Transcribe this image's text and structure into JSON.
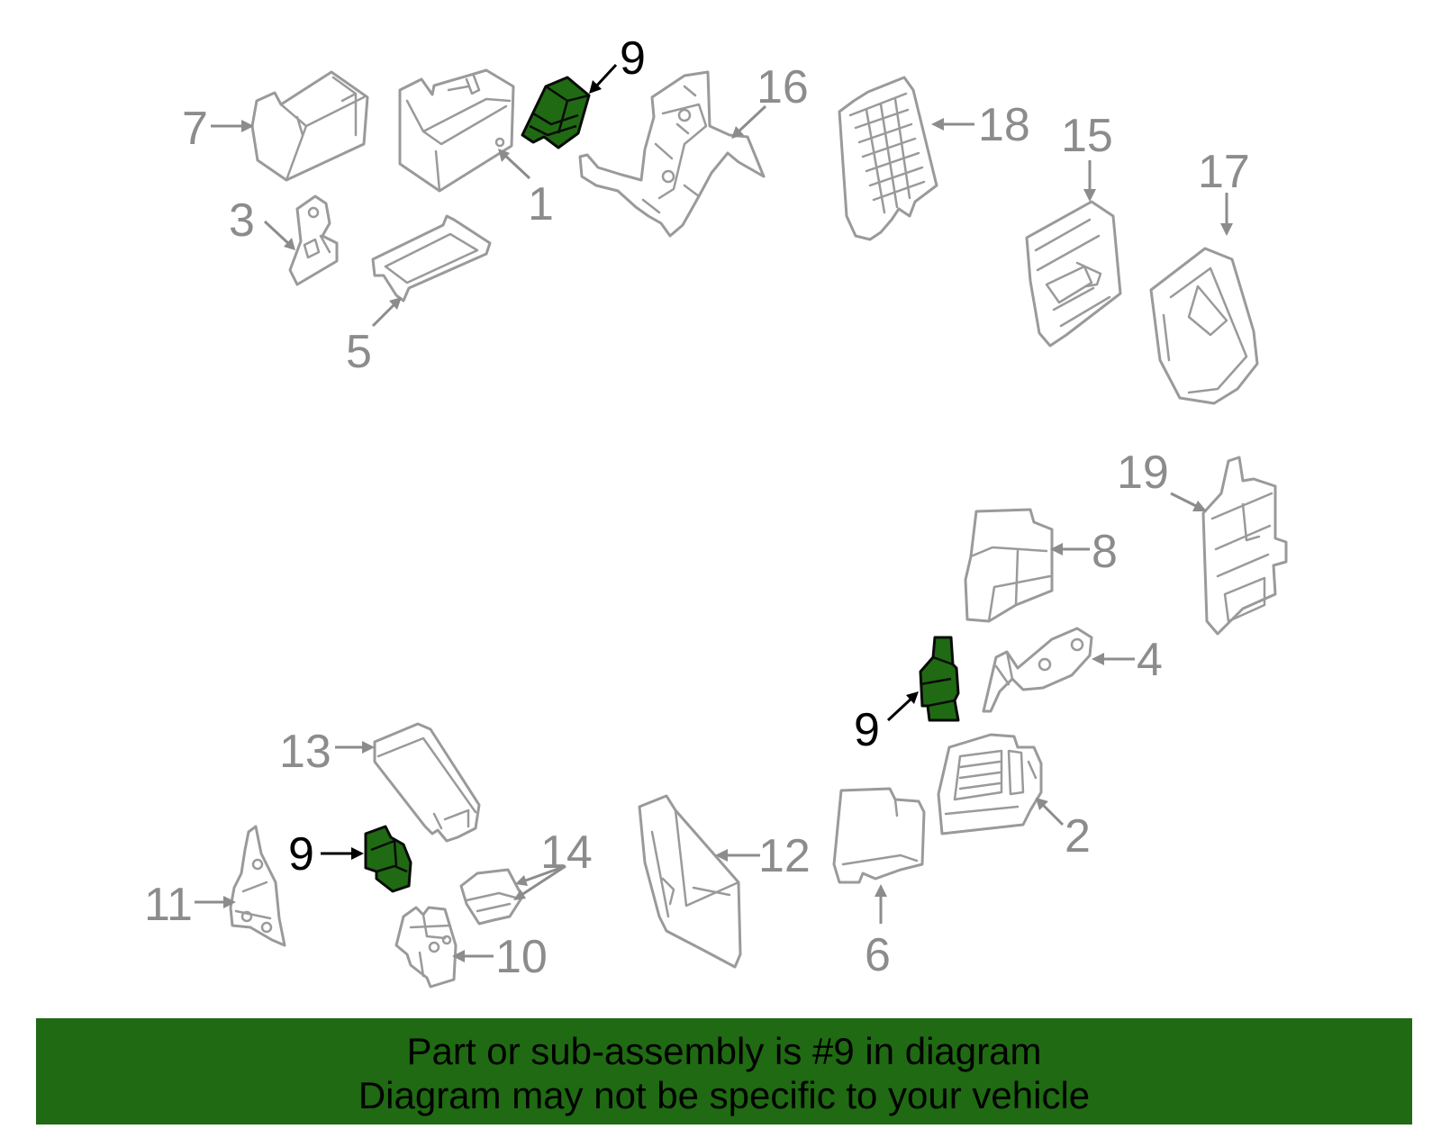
{
  "diagram": {
    "highlighted_part": "9",
    "colors": {
      "highlight": "#1f6a12",
      "outline": "#9a9a9a",
      "banner": "#1f6a12"
    },
    "callouts": [
      {
        "id": "c1",
        "label": "1"
      },
      {
        "id": "c2",
        "label": "2"
      },
      {
        "id": "c3",
        "label": "3"
      },
      {
        "id": "c4",
        "label": "4"
      },
      {
        "id": "c5",
        "label": "5"
      },
      {
        "id": "c6",
        "label": "6"
      },
      {
        "id": "c7",
        "label": "7"
      },
      {
        "id": "c8",
        "label": "8"
      },
      {
        "id": "c9a",
        "label": "9"
      },
      {
        "id": "c9b",
        "label": "9"
      },
      {
        "id": "c9c",
        "label": "9"
      },
      {
        "id": "c10",
        "label": "10"
      },
      {
        "id": "c11",
        "label": "11"
      },
      {
        "id": "c12",
        "label": "12"
      },
      {
        "id": "c13",
        "label": "13"
      },
      {
        "id": "c14",
        "label": "14"
      },
      {
        "id": "c15",
        "label": "15"
      },
      {
        "id": "c16",
        "label": "16"
      },
      {
        "id": "c17",
        "label": "17"
      },
      {
        "id": "c18",
        "label": "18"
      },
      {
        "id": "c19",
        "label": "19"
      }
    ]
  },
  "banner": {
    "line1": "Part or sub-assembly is #9 in diagram",
    "line2": "Diagram may not be specific to your vehicle"
  }
}
